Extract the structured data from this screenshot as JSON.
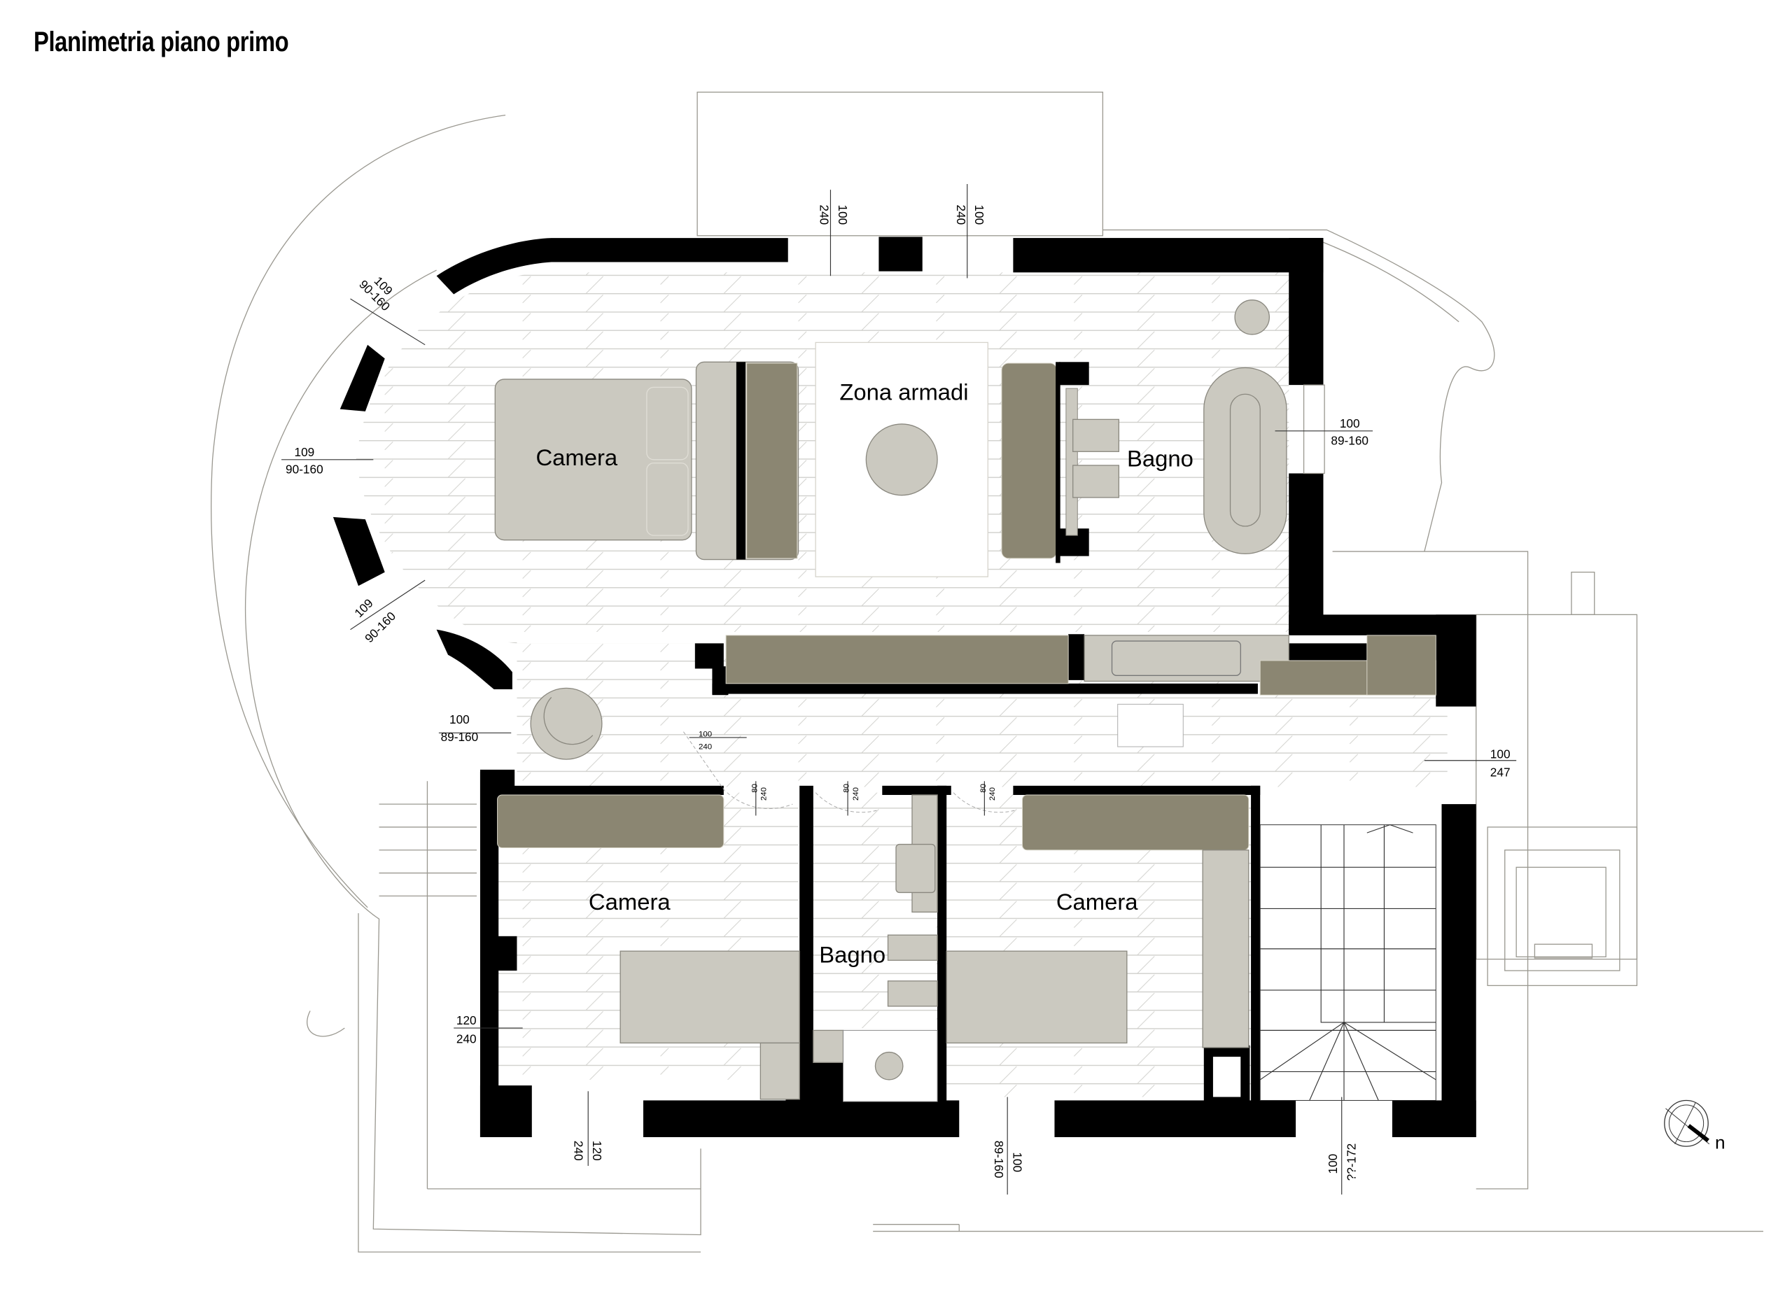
{
  "title": "Planimetria piano primo",
  "colors": {
    "wall": "#000000",
    "furniture": "#cbc9c0",
    "wardrobe": "#8b8672",
    "floor_lines": "#c8c8c4",
    "background": "#ffffff"
  },
  "rooms": [
    {
      "id": "master-bedroom",
      "label": "Camera"
    },
    {
      "id": "walk-in-closet",
      "label": "Zona armadi"
    },
    {
      "id": "master-bath",
      "label": "Bagno"
    },
    {
      "id": "bedroom-left",
      "label": "Camera"
    },
    {
      "id": "bath-center",
      "label": "Bagno"
    },
    {
      "id": "bedroom-right",
      "label": "Camera"
    }
  ],
  "dimensions": {
    "top_window_1": {
      "width": "100",
      "height": "240"
    },
    "top_window_2": {
      "width": "100",
      "height": "240"
    },
    "curve_window_upper": {
      "width": "109",
      "height": "90-160"
    },
    "curve_window_mid": {
      "width": "109",
      "height": "90-160"
    },
    "curve_window_lower": {
      "width": "109",
      "height": "90-160"
    },
    "right_window_bath": {
      "width": "100",
      "height": "89-160"
    },
    "left_window_corridor": {
      "width": "100",
      "height": "89-160"
    },
    "corridor_door": {
      "width": "100",
      "height": "240"
    },
    "door_bedroom_left": {
      "width": "80",
      "height": "240"
    },
    "door_bath_center": {
      "width": "80",
      "height": "240"
    },
    "door_bedroom_right": {
      "width": "80",
      "height": "240"
    },
    "right_window_corridor": {
      "width": "100",
      "height": "247"
    },
    "left_window_bedroom": {
      "width": "120",
      "height": "240"
    },
    "bottom_window_left": {
      "width": "120",
      "height": "240"
    },
    "bottom_window_center": {
      "width": "100",
      "height": "89-160"
    },
    "bottom_window_stair": {
      "width": "100",
      "height": "??-172"
    }
  },
  "compass": {
    "label": "n",
    "icon": "north-arrow-icon"
  }
}
